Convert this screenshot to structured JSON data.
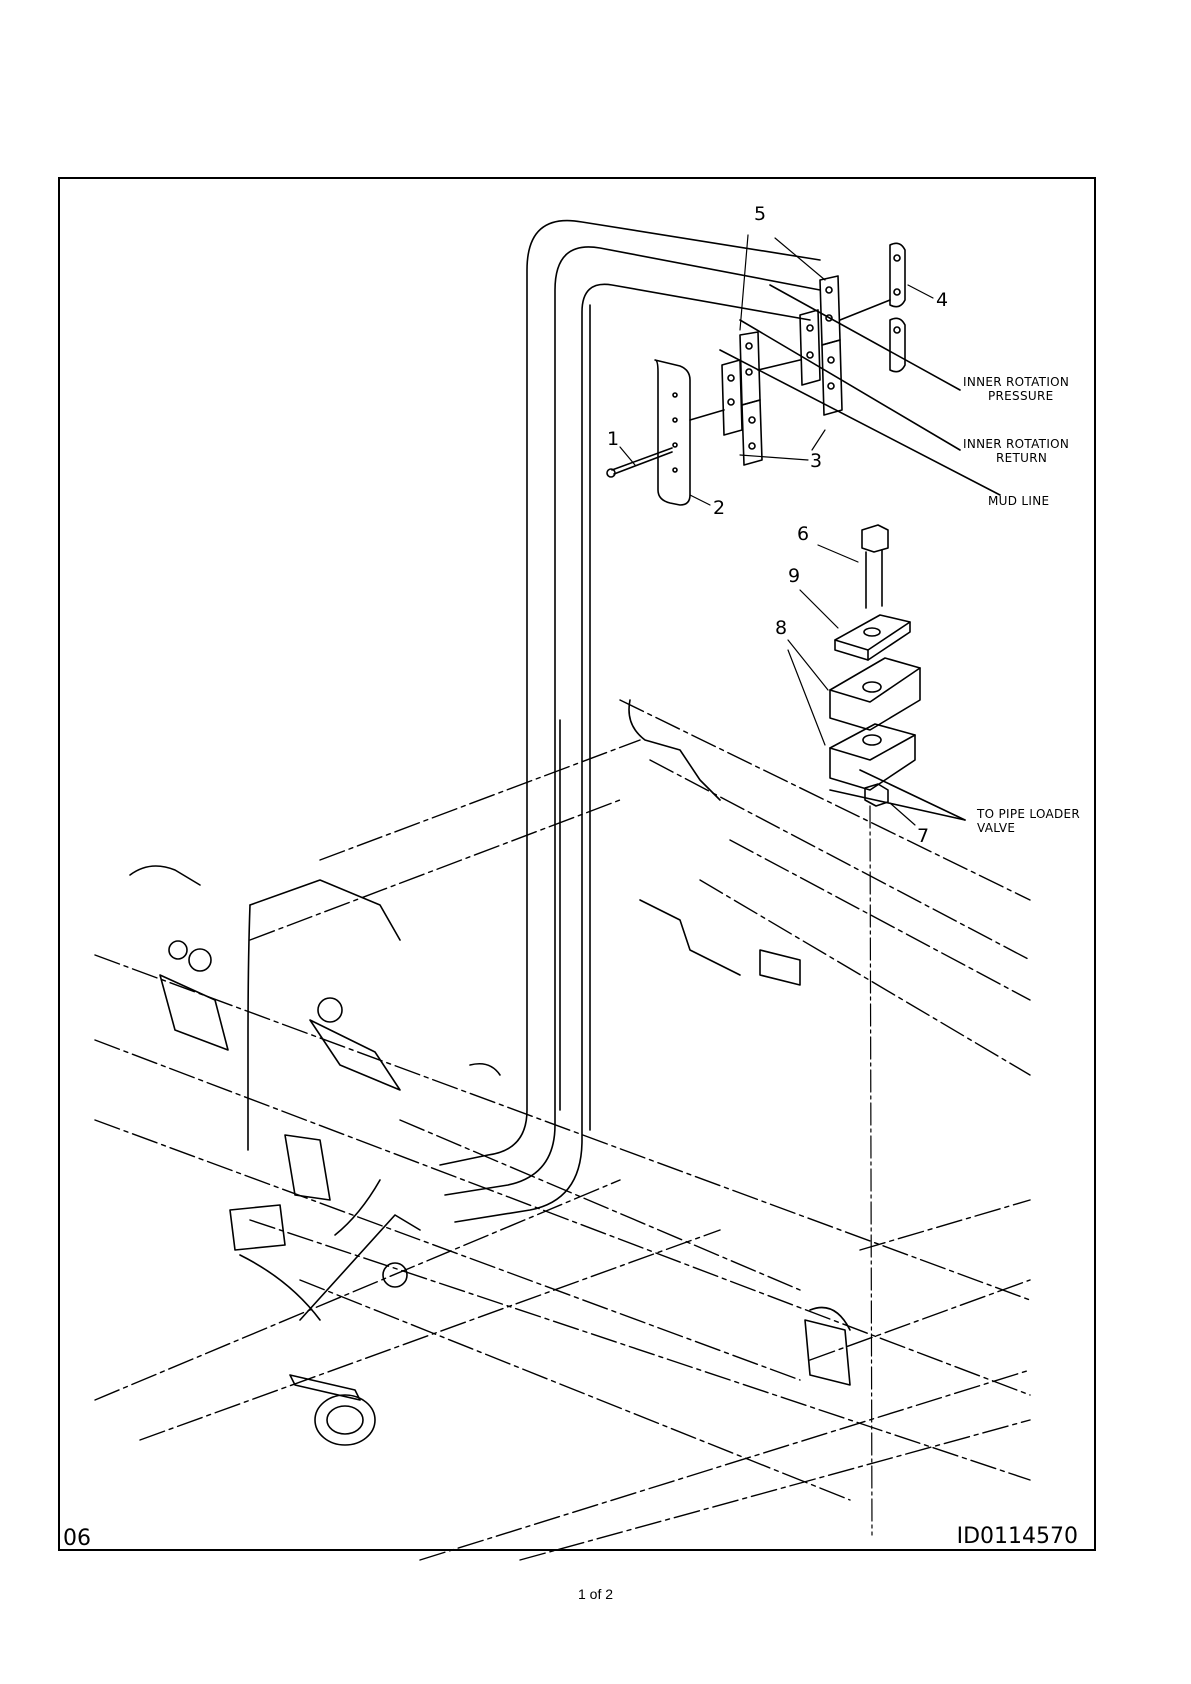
{
  "diagram": {
    "part_labels": [
      "1",
      "2",
      "3",
      "4",
      "5",
      "6",
      "7",
      "8",
      "9"
    ],
    "callouts": {
      "inner_rotation_pressure": [
        "INNER ROTATION",
        "PRESSURE"
      ],
      "inner_rotation_return": [
        "INNER ROTATION",
        "RETURN"
      ],
      "mud_line": "MUD LINE",
      "to_pipe_loader_valve": [
        "TO PIPE LOADER",
        "VALVE"
      ]
    },
    "sheet_code": "06",
    "drawing_id": "ID0114570"
  },
  "footer": {
    "page": "1 of 2"
  }
}
